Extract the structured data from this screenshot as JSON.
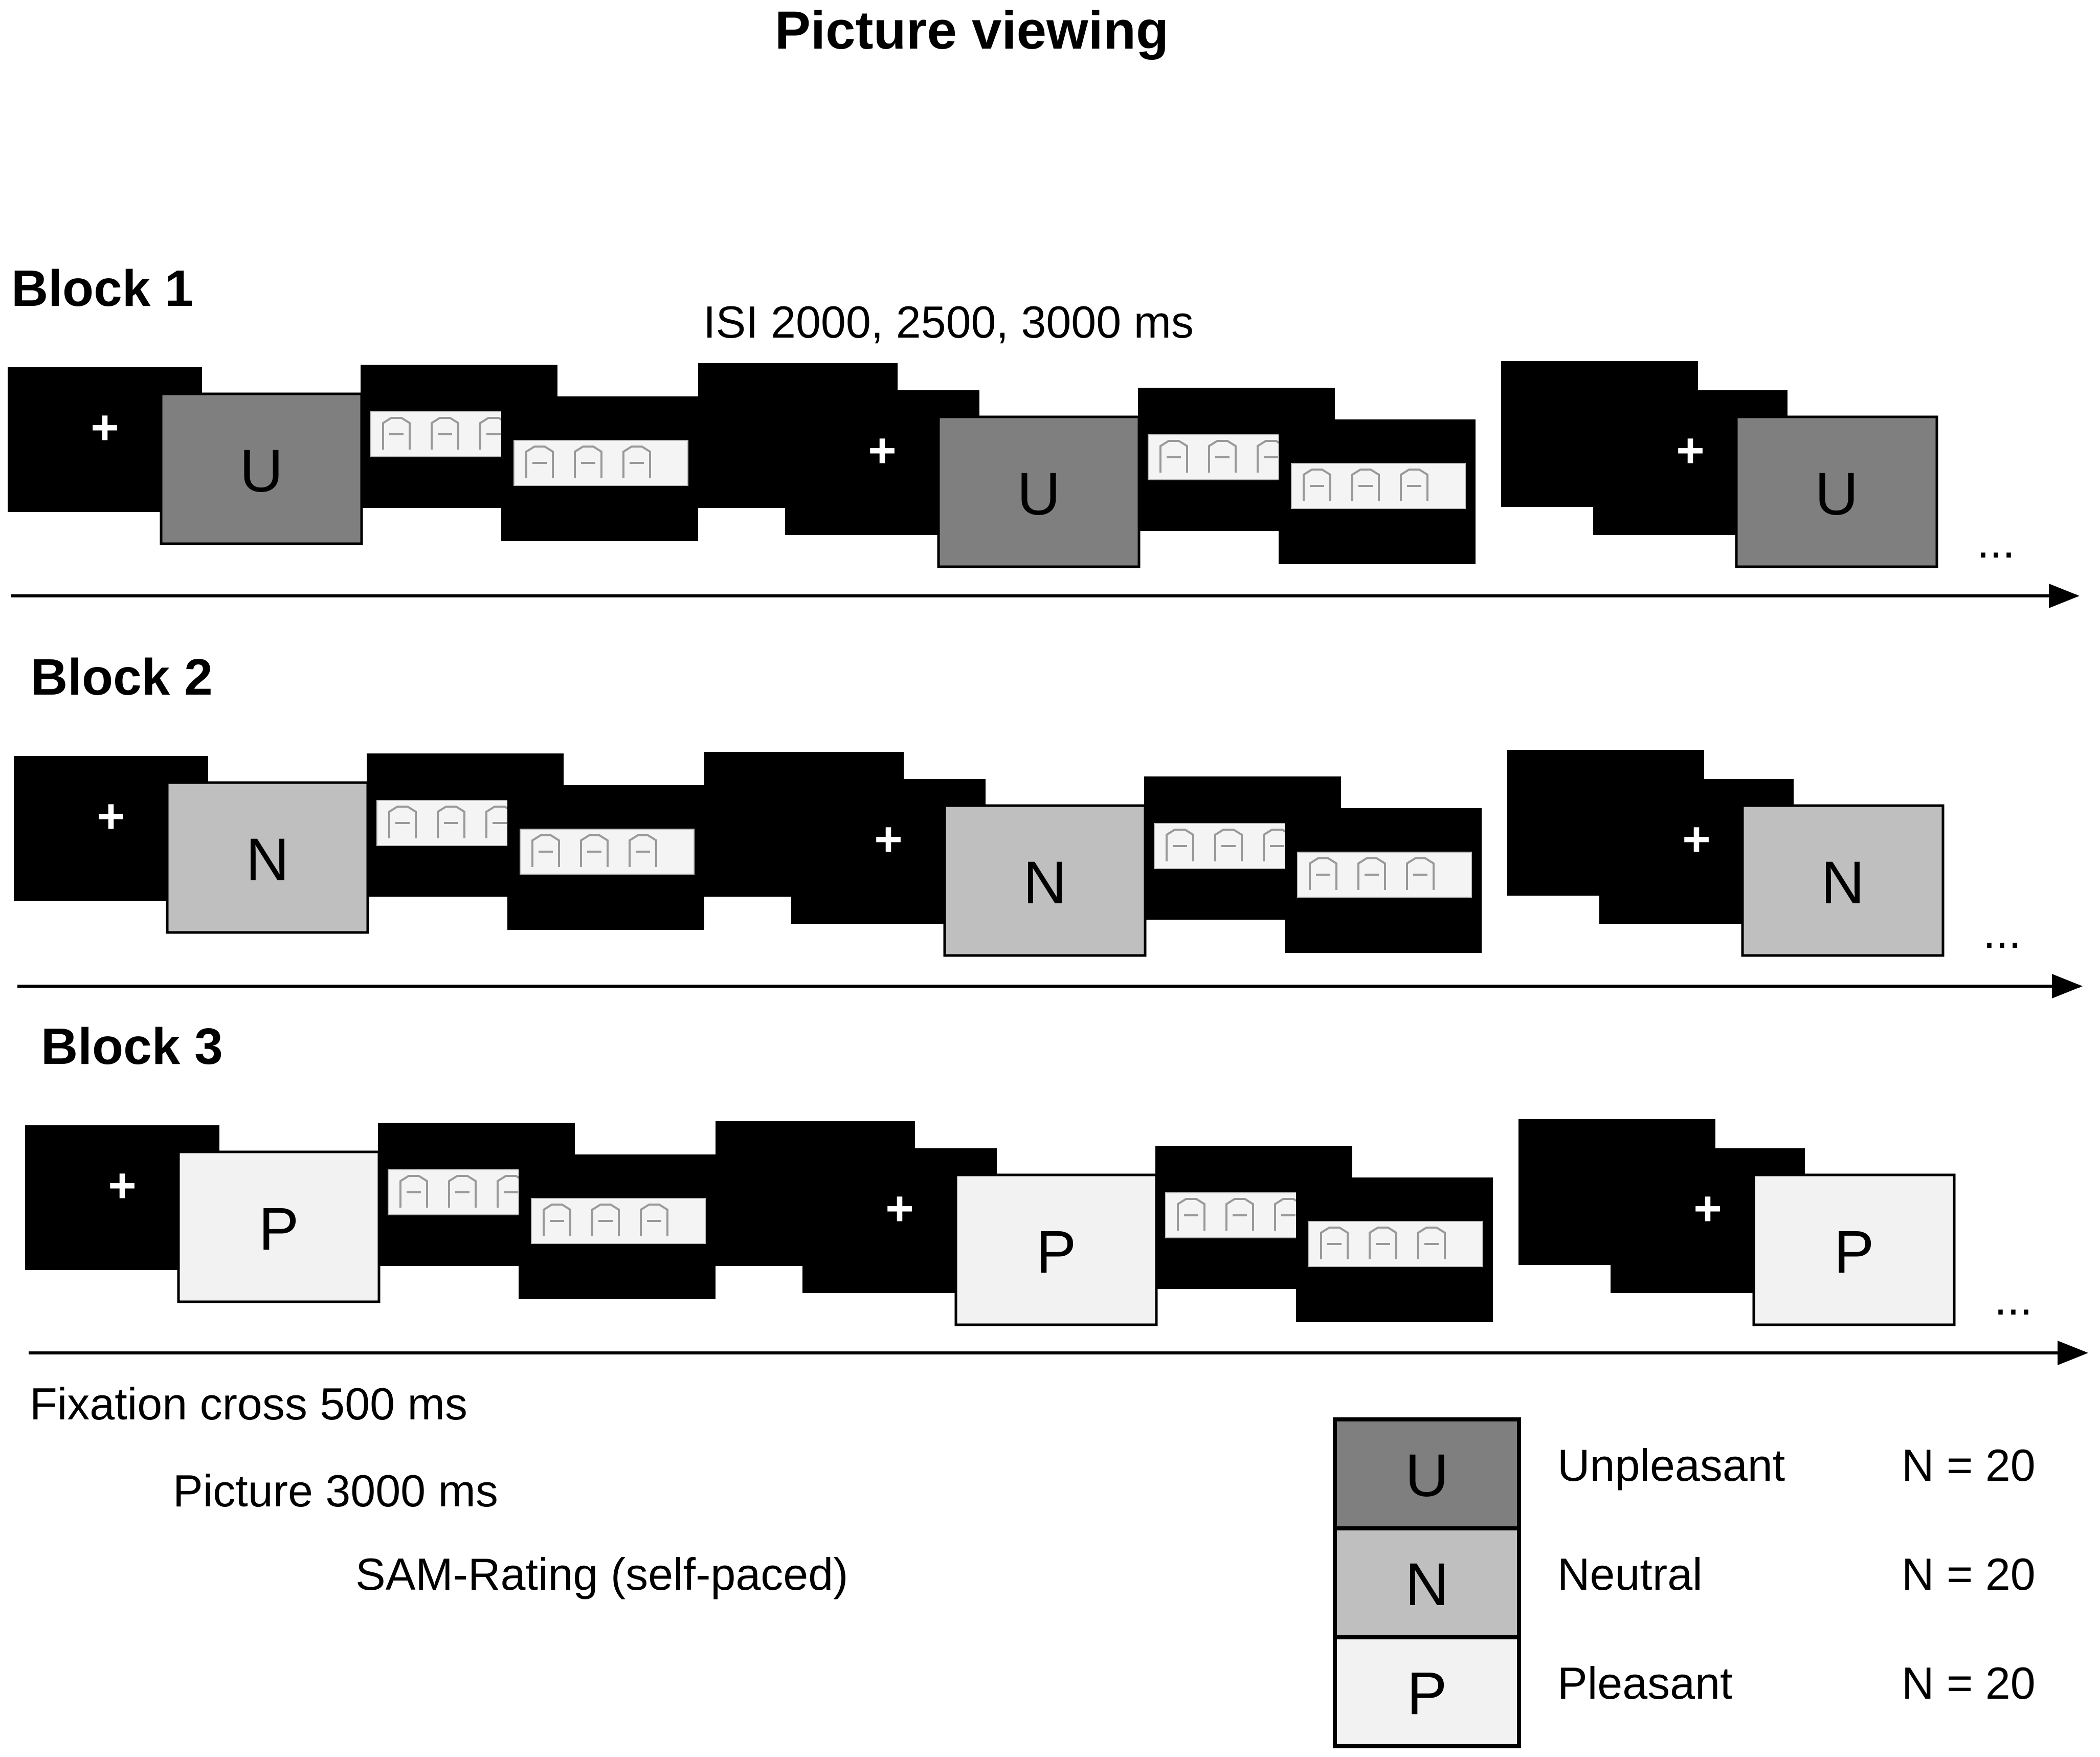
{
  "title": "Picture viewing",
  "isi_label": "ISI 2000, 2500, 3000 ms",
  "fixation_label": "Fixation cross 500 ms",
  "picture_label": "Picture 3000 ms",
  "rating_label": "SAM-Rating (self-paced)",
  "fixation_symbol": "+",
  "continuation": "...",
  "blocks": [
    {
      "label": "Block 1",
      "letter": "U",
      "color": "#7f7f7f"
    },
    {
      "label": "Block 2",
      "letter": "N",
      "color": "#bfbfbf"
    },
    {
      "label": "Block 3",
      "letter": "P",
      "color": "#f2f2f2"
    }
  ],
  "legend": [
    {
      "letter": "U",
      "name": "Unpleasant",
      "count": "N = 20",
      "color": "#7f7f7f"
    },
    {
      "letter": "N",
      "name": "Neutral",
      "count": "N = 20",
      "color": "#bfbfbf"
    },
    {
      "letter": "P",
      "name": "Pleasant",
      "count": "N = 20",
      "color": "#f2f2f2"
    }
  ],
  "colors": {
    "screen": "#000000",
    "rating_scale": "#f4f4f4"
  }
}
